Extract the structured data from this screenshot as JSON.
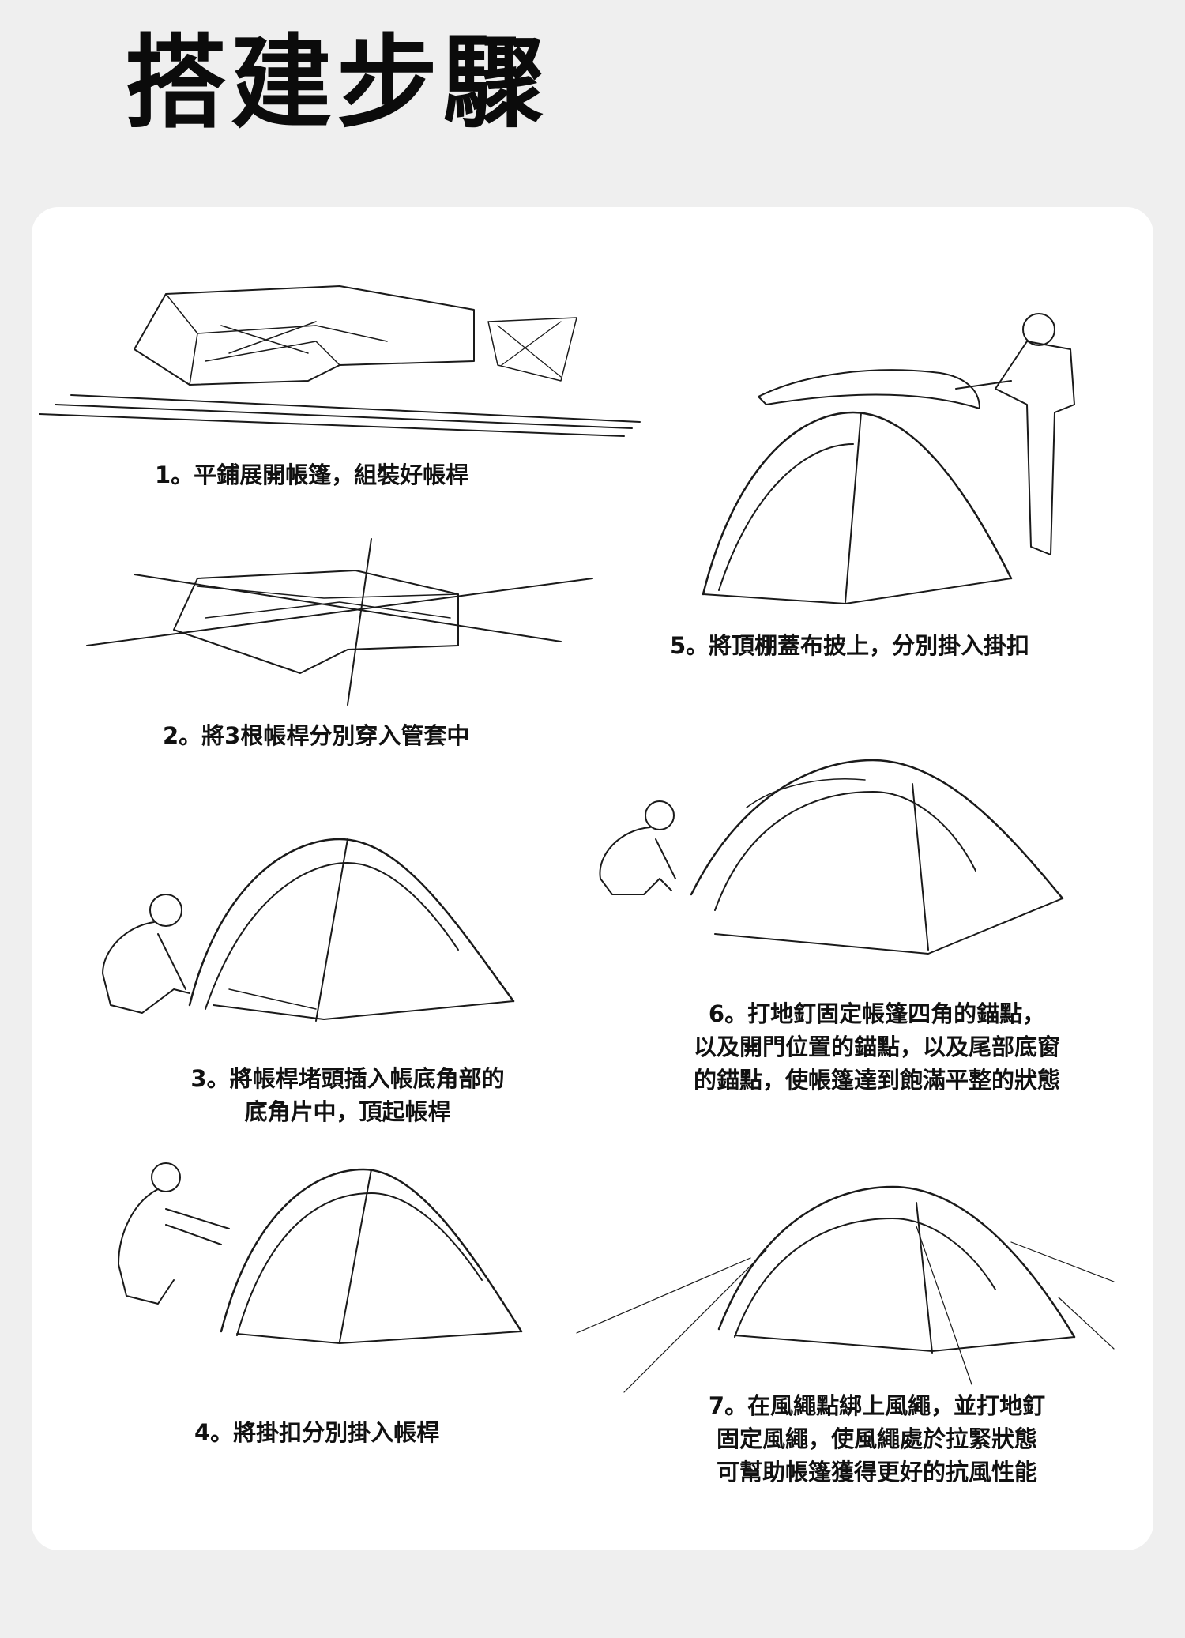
{
  "page": {
    "title": "搭建步驟"
  },
  "steps": [
    {
      "number": "1",
      "lines": [
        "1。平鋪展開帳篷，組裝好帳桿"
      ]
    },
    {
      "number": "2",
      "lines": [
        "2。將3根帳桿分別穿入管套中"
      ]
    },
    {
      "number": "3",
      "lines": [
        "3。將帳桿堵頭插入帳底角部的",
        "底角片中，頂起帳桿"
      ]
    },
    {
      "number": "4",
      "lines": [
        "4。將掛扣分別掛入帳桿"
      ]
    },
    {
      "number": "5",
      "lines": [
        "5。將頂棚蓋布披上，分別掛入掛扣"
      ]
    },
    {
      "number": "6",
      "lines": [
        "6。打地釘固定帳篷四角的錨點，",
        "以及開門位置的錨點，以及尾部底窗",
        "的錨點，使帳篷達到飽滿平整的狀態"
      ]
    },
    {
      "number": "7",
      "lines": [
        "7。在風繩點綁上風繩，並打地釘",
        "固定風繩，使風繩處於拉緊狀態",
        "可幫助帳篷獲得更好的抗風性能"
      ]
    }
  ],
  "colors": {
    "page_background": "#efefef",
    "card_background": "#ffffff",
    "line_art": "#1a1a1a",
    "text": "#111111"
  }
}
